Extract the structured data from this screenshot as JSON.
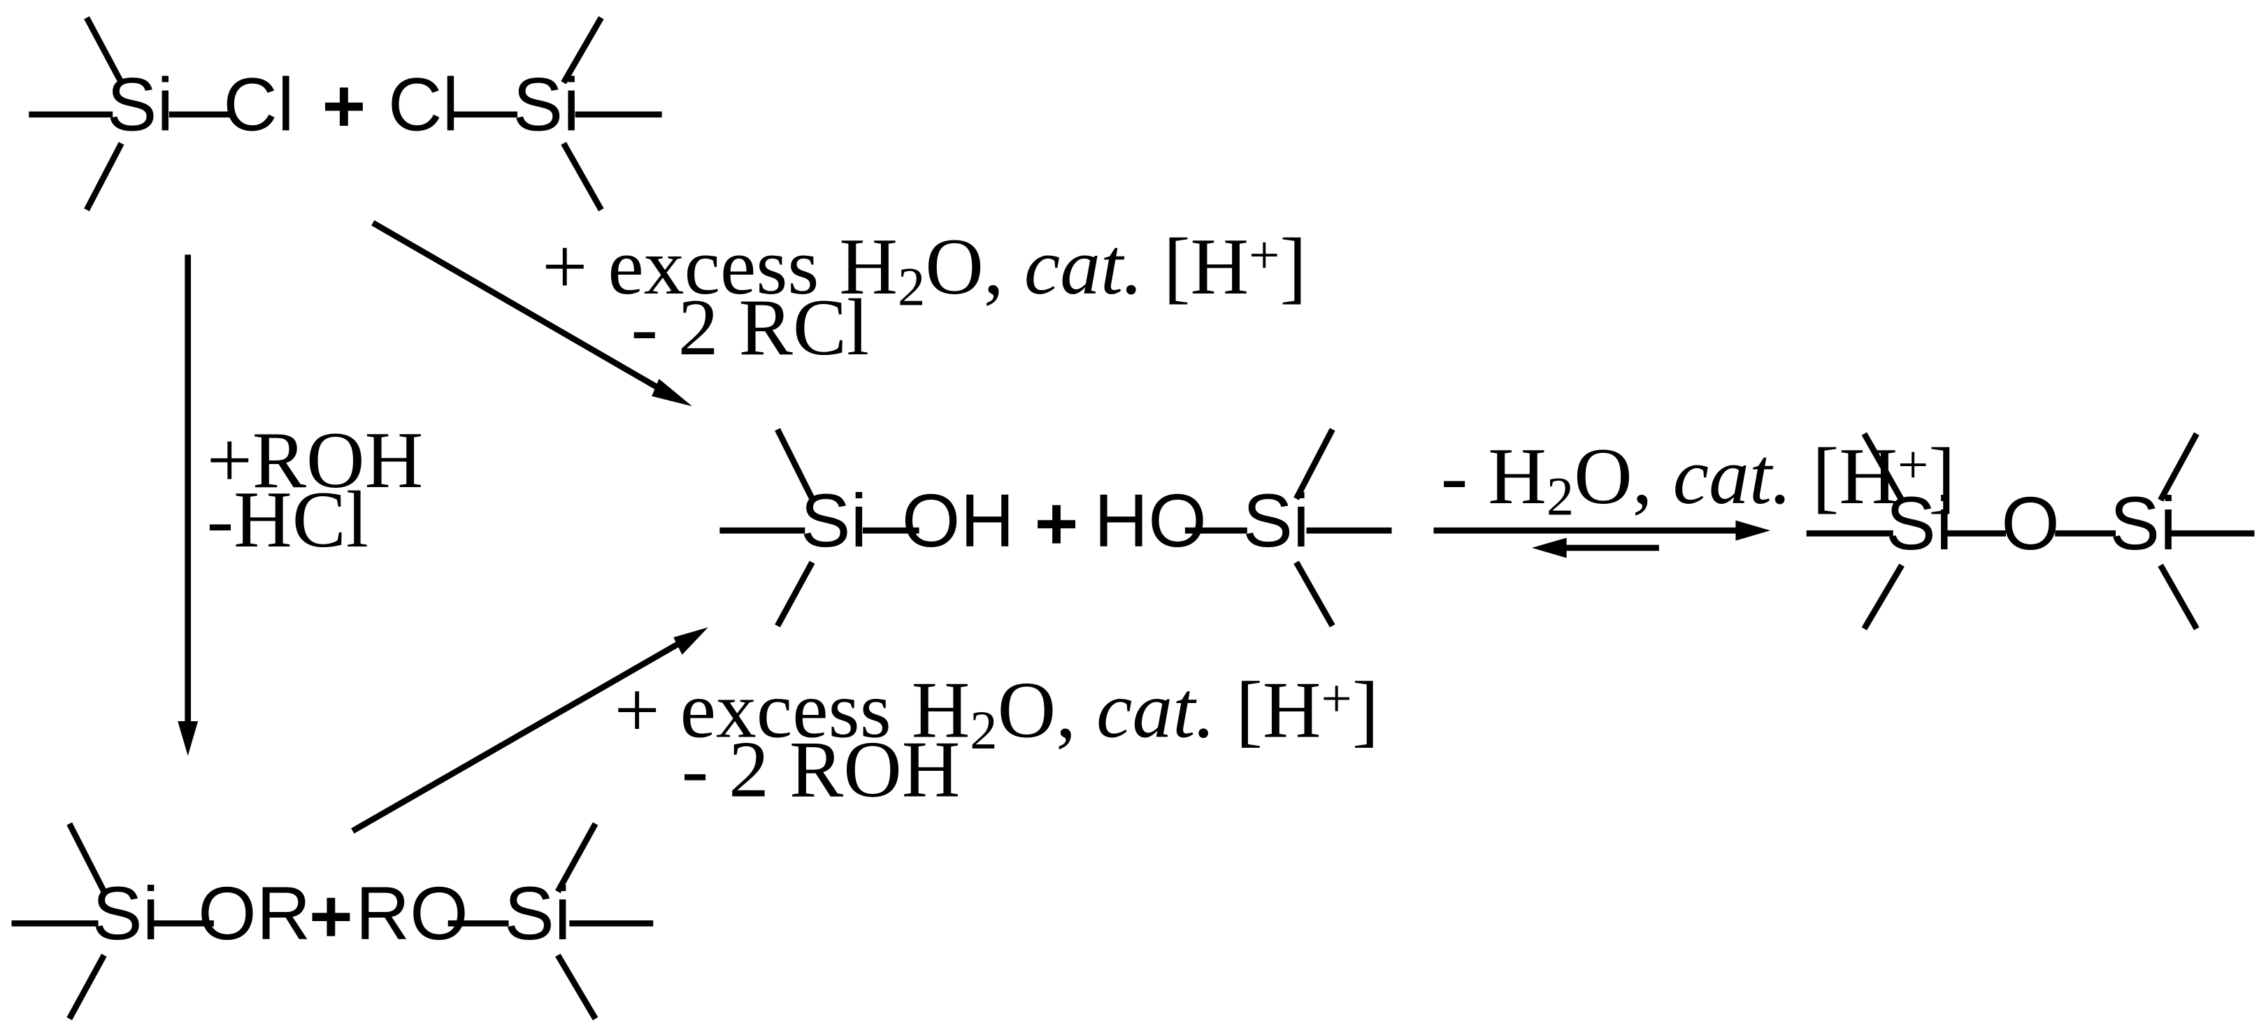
{
  "colors": {
    "background": "#ffffff",
    "ink": "#000000"
  },
  "atoms": {
    "si": "Si",
    "cl": "Cl",
    "oh": "OH",
    "ho": "HO",
    "or": "OR",
    "ro": "RO",
    "o": "O"
  },
  "plus": "+",
  "conditions": {
    "top_hydrolysis": {
      "line1_prefix": "+ excess H",
      "line1_sub": "2",
      "line1_mid": "O, ",
      "line1_cat": "cat.",
      "line1_suffix": " [H",
      "line1_sup": "+",
      "line1_close": "]",
      "line2": "- 2 RCl"
    },
    "alcoholysis": {
      "line1": "+ROH",
      "line2": "-HCl"
    },
    "bottom_hydrolysis": {
      "line1_prefix": "+ excess H",
      "line1_sub": "2",
      "line1_mid": "O, ",
      "line1_cat": "cat.",
      "line1_suffix": " [H",
      "line1_sup": "+",
      "line1_close": "]",
      "line2": "- 2 ROH"
    },
    "condensation": {
      "line1_prefix": "- H",
      "line1_sub": "2",
      "line1_mid": "O, ",
      "line1_cat": "cat.",
      "line1_suffix": " [H",
      "line1_sup": "+",
      "line1_close": "]"
    }
  }
}
